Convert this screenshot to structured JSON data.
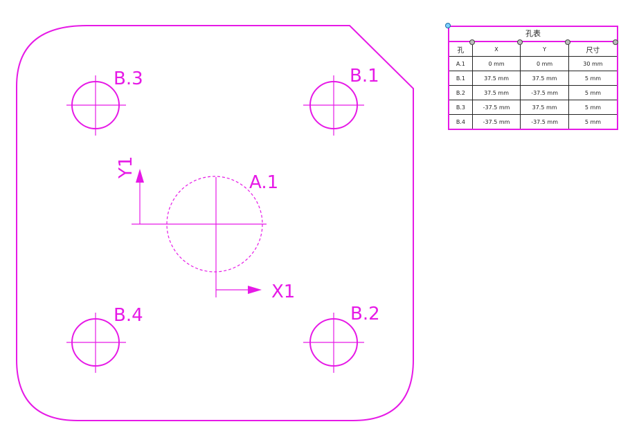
{
  "drawing": {
    "labels": {
      "a1": "A.1",
      "b1": "B.1",
      "b2": "B.2",
      "b3": "B.3",
      "b4": "B.4",
      "x_axis": "X1",
      "y_axis": "Y1"
    },
    "line_color": "#e619e6"
  },
  "hole_table": {
    "title": "孔表",
    "headers": [
      "孔",
      "X",
      "Y",
      "尺寸"
    ],
    "rows": [
      [
        "A.1",
        "0 mm",
        "0 mm",
        "30 mm"
      ],
      [
        "B.1",
        "37.5 mm",
        "37.5 mm",
        "5 mm"
      ],
      [
        "B.2",
        "37.5 mm",
        "-37.5 mm",
        "5 mm"
      ],
      [
        "B.3",
        "-37.5 mm",
        "37.5 mm",
        "5 mm"
      ],
      [
        "B.4",
        "-37.5 mm",
        "-37.5 mm",
        "5 mm"
      ]
    ]
  }
}
